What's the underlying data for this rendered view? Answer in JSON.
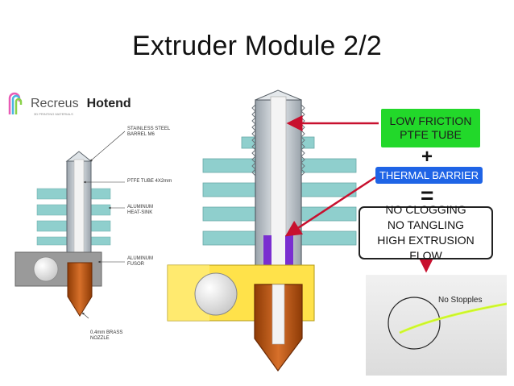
{
  "slide": {
    "title": "Extruder Module 2/2"
  },
  "brand": {
    "name": "Recreus",
    "product": "Hotend",
    "tagline": "3D PRINTING MATERIALS"
  },
  "left_labels": {
    "barrel": "STAINLESS STEEL\nBARREL M6",
    "ptfe": "PTFE TUBE 4X2mm",
    "heatsink": "ALUMINUM\nHEAT-SINK",
    "fusor": "ALUMINUM\nFUSOR",
    "nozzle": "0,4mm BRASS\nNOZZLE"
  },
  "boxes": {
    "low_friction": [
      "LOW FRICTION",
      "PTFE TUBE"
    ],
    "thermal_barrier": "THERMAL BARRIER",
    "result": [
      "NO CLOGGING",
      "NO TANGLING",
      "HIGH EXTRUSION FLOW"
    ]
  },
  "operators": {
    "plus": "+",
    "equals": "="
  },
  "photo": {
    "label": "No Stopples"
  },
  "colors": {
    "heatsink": "#8fcfcd",
    "fusor_gray": "#9a9a9a",
    "fusor_yellow": "#ffe24a",
    "brass": "#c25a12",
    "ptfe_purple": "#7a2fd0",
    "arrow_red": "#c8102e",
    "low_friction_green": "#22d82a",
    "thermal_blue": "#1f64e6",
    "filament": "#d8ff3a"
  },
  "icons": {
    "logo": "recreus-logo-icon",
    "arrows": "red-arrow-icon"
  }
}
